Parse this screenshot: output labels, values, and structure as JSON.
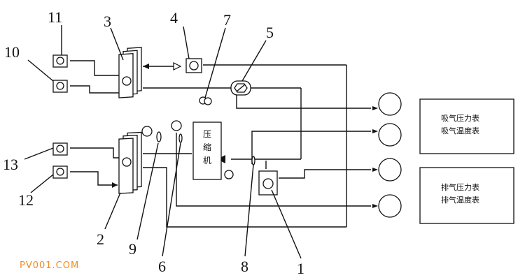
{
  "labels": {
    "n1": "1",
    "n2": "2",
    "n3": "3",
    "n4": "4",
    "n5": "5",
    "n6": "6",
    "n7": "7",
    "n8": "8",
    "n9": "9",
    "n10": "10",
    "n11": "11",
    "n12": "12",
    "n13": "13"
  },
  "compressor": {
    "char1": "压",
    "char2": "缩",
    "char3": "机"
  },
  "suction_box": {
    "line1": "吸气压力表",
    "line2": "吸气温度表"
  },
  "discharge_box": {
    "line1": "排气压力表",
    "line2": "排气温度表"
  },
  "watermark": "PV001.COM"
}
